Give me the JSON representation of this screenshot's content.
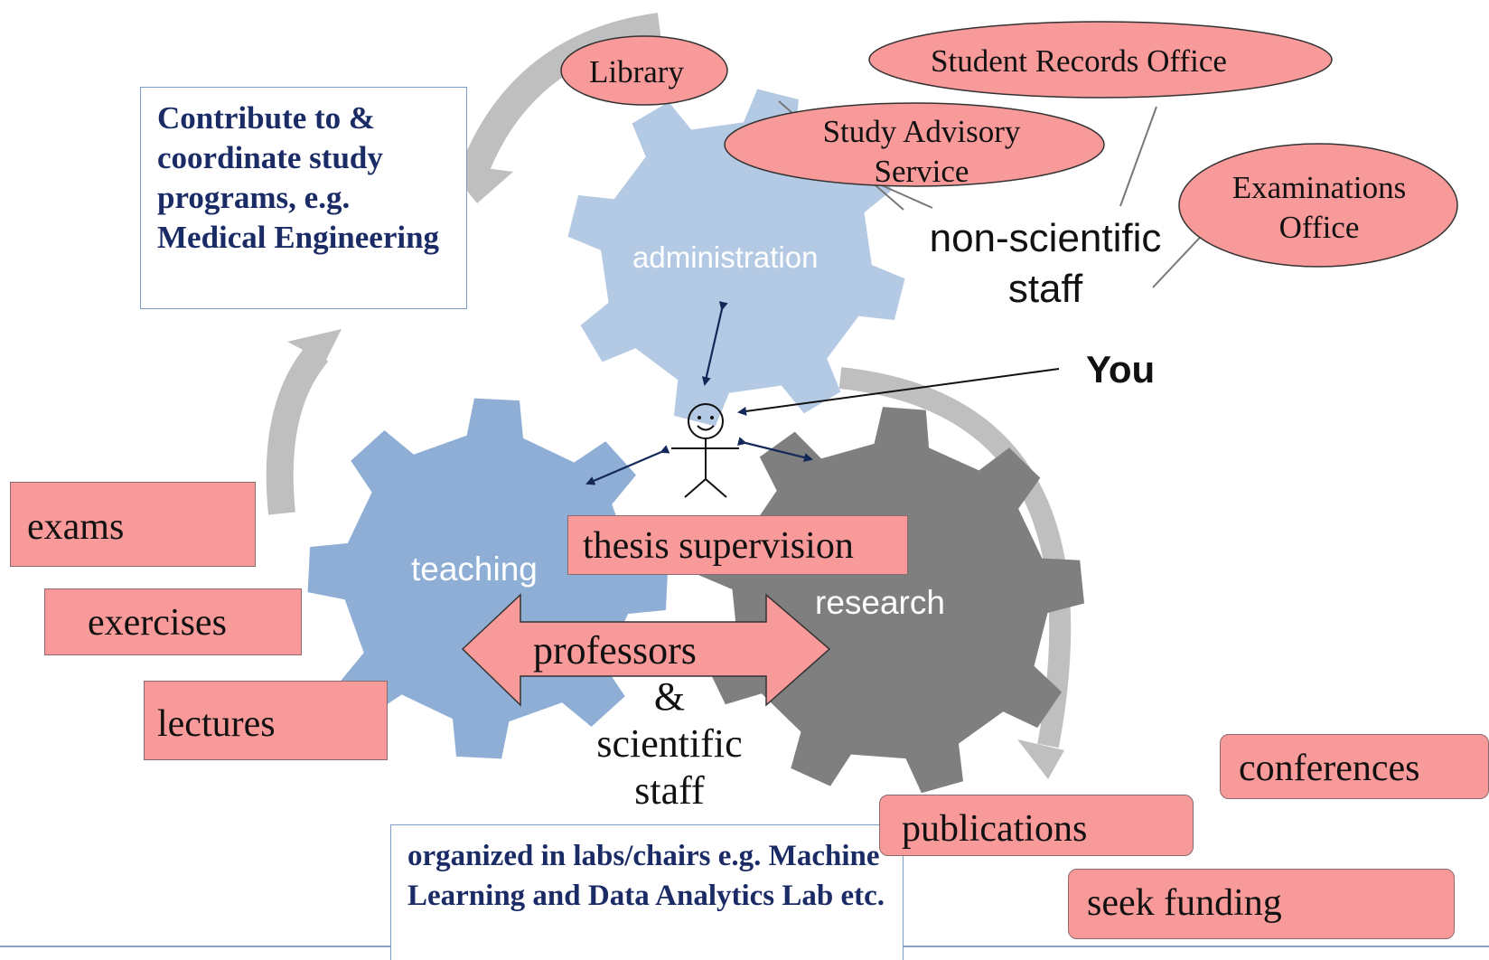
{
  "colors": {
    "gear_administration": "#b4c9e4",
    "gear_teaching": "#8eaed5",
    "gear_research": "#7f7f7f",
    "cycle_arrow": "#bfbfbf",
    "pink_fill": "#f99a9a",
    "navy_text": "#1a2b66",
    "connector": "#14285a"
  },
  "gears": {
    "administration": "administration",
    "teaching": "teaching",
    "research": "research"
  },
  "contribute_box": {
    "text": "Contribute to & coordinate study programs, e.g. Medical Engineering"
  },
  "labs_box": {
    "text": "organized in labs/chairs e.g. Machine Learning and Data Analytics Lab etc."
  },
  "offices": {
    "library": "Library",
    "student_records": "Student Records Office",
    "study_advisory": "Study Advisory Service",
    "examinations": "Examinations Office"
  },
  "non_scientific_staff": {
    "line1": "non-scientific",
    "line2": "staff"
  },
  "you_label": "You",
  "teaching_tasks": {
    "exams": "exams",
    "exercises": "exercises",
    "lectures": "lectures"
  },
  "thesis_supervision": "thesis supervision",
  "professors_arrow": "professors",
  "scientific_staff": {
    "line1": "&",
    "line2": "scientific",
    "line3": "staff"
  },
  "research_tasks": {
    "conferences": "conferences",
    "publications": "publications",
    "seek_funding": "seek funding"
  },
  "icons": {
    "person": "stick-figure-icon",
    "cycle": "curved-arrow-icon"
  }
}
